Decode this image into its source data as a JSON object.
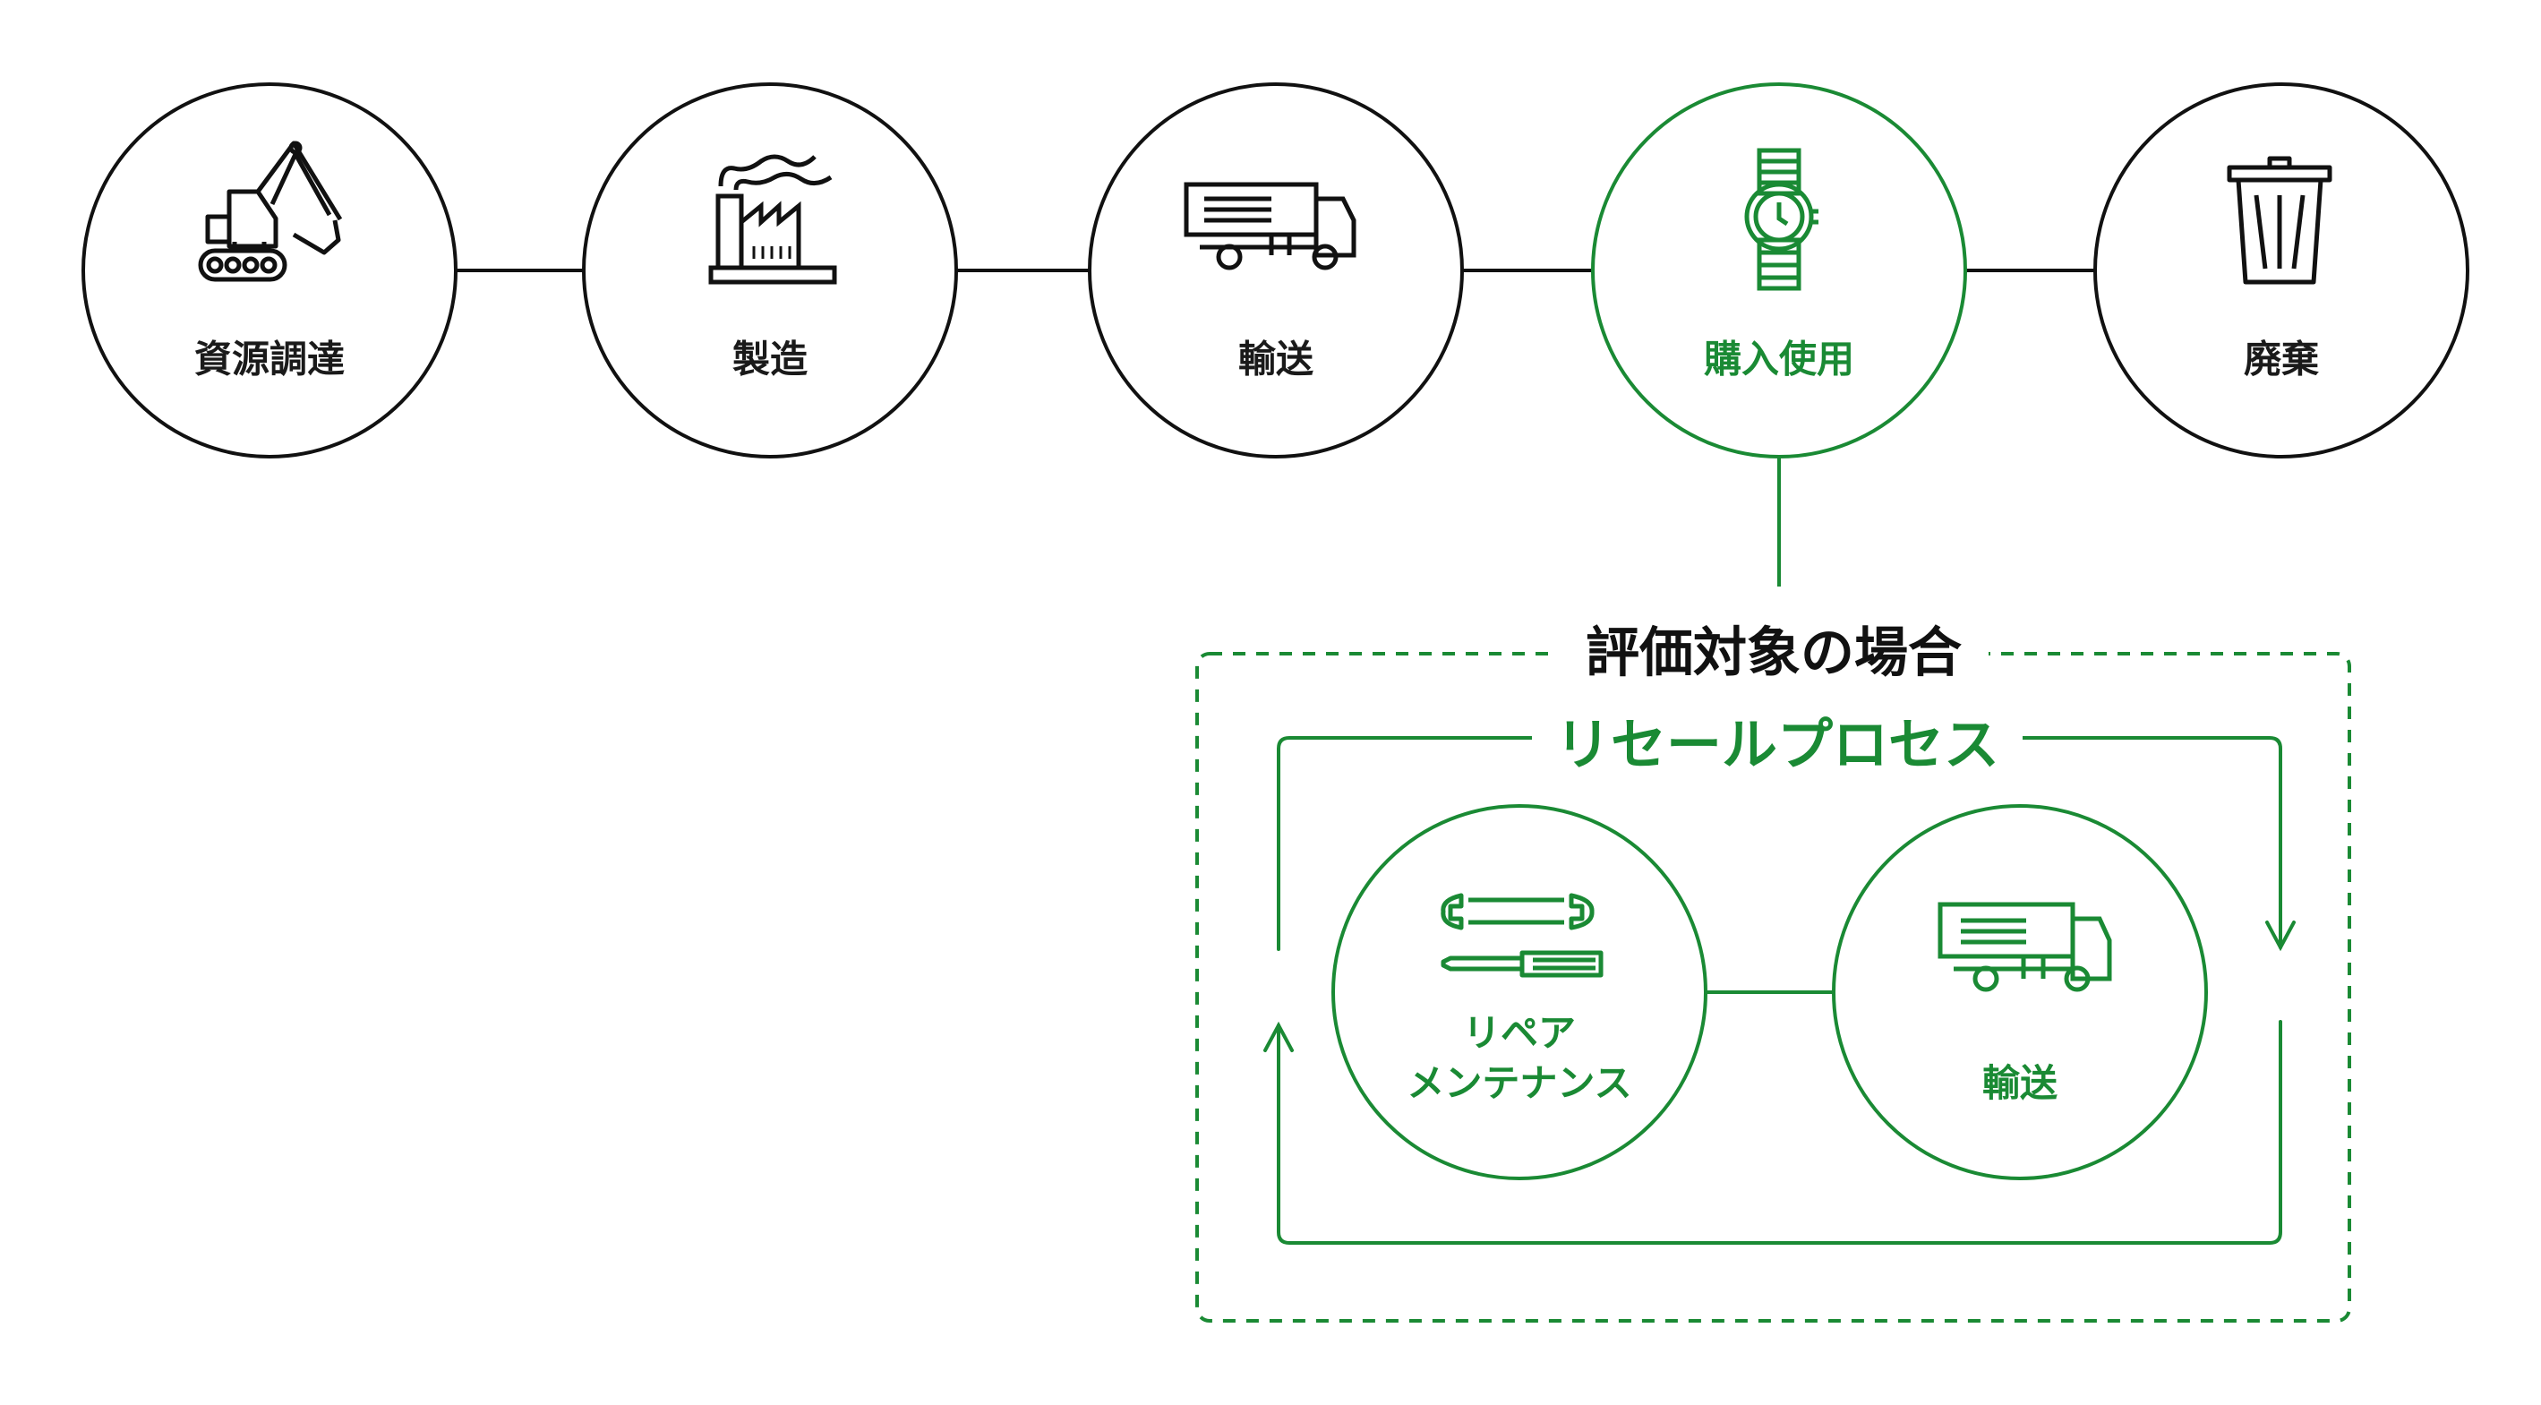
{
  "colors": {
    "stroke": "#111111",
    "accent": "#1a8a34"
  },
  "stages": [
    {
      "label": "資源調達",
      "icon": "excavator-icon"
    },
    {
      "label": "製造",
      "icon": "factory-icon"
    },
    {
      "label": "輸送",
      "icon": "truck-icon"
    },
    {
      "label": "購入使用",
      "icon": "watch-icon",
      "highlighted": true
    },
    {
      "label": "廃棄",
      "icon": "trash-icon"
    }
  ],
  "evaluation": {
    "title": "評価対象の場合",
    "process_title": "リセールプロセス",
    "steps": [
      {
        "label_line1": "リペア",
        "label_line2": "メンテナンス",
        "icon": "wrench-screwdriver-icon"
      },
      {
        "label": "輸送",
        "icon": "truck-icon"
      }
    ]
  }
}
